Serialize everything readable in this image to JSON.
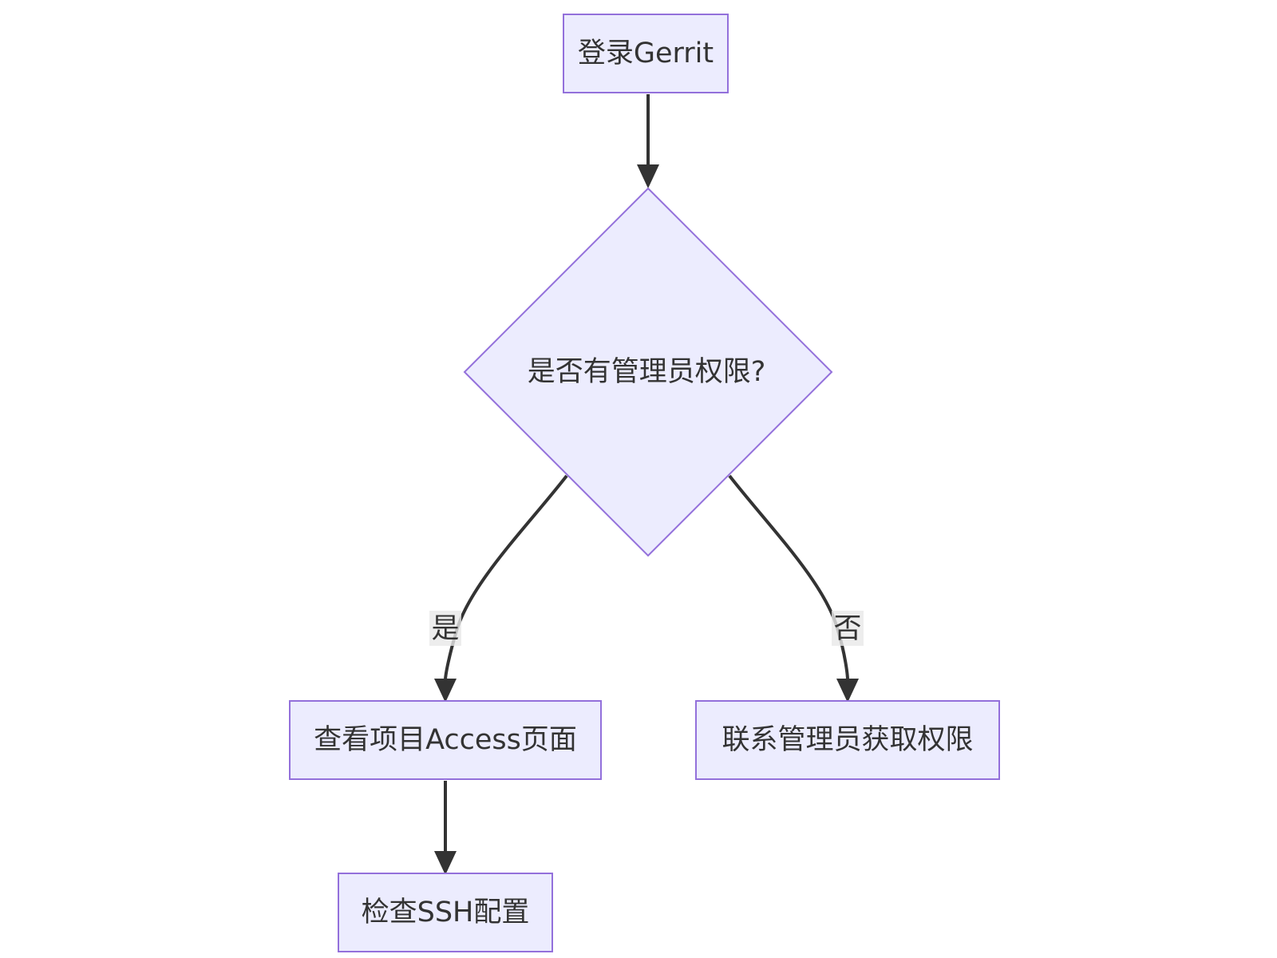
{
  "nodes": {
    "login": {
      "label": "登录Gerrit"
    },
    "decision": {
      "label": "是否有管理员权限?"
    },
    "access_page": {
      "label": "查看项目Access页面"
    },
    "contact_admin": {
      "label": "联系管理员获取权限"
    },
    "check_ssh": {
      "label": "检查SSH配置"
    }
  },
  "edges": {
    "yes_label": "是",
    "no_label": "否"
  },
  "colors": {
    "node_fill": "#ececfe",
    "node_stroke": "#9370db",
    "edge": "#333333",
    "edge_label_bg": "#e8e8e8"
  }
}
